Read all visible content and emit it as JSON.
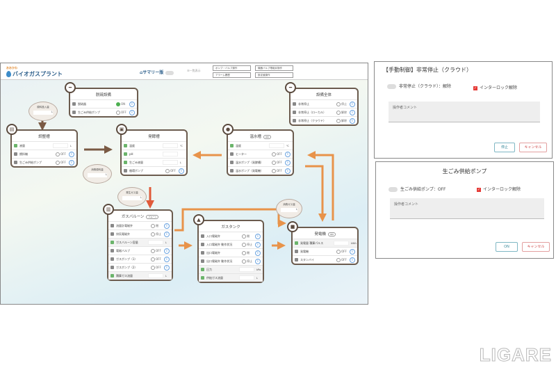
{
  "header": {
    "logo_sub": "おおかわ",
    "logo": "バイオガスプラント",
    "summary": "サマリー版",
    "list_label": "一覧表示",
    "buttons": [
      "ポンプ・バルブ操作",
      "アラーム履歴",
      "機器バルブ電磁弁操作",
      "設定値操作"
    ]
  },
  "boxes": {
    "desulf": {
      "title": "脱硫設備",
      "rows": [
        {
          "label": "脱硫器",
          "state": "ON"
        },
        {
          "label": "生ごみ供給ポンプ",
          "state": "OFF"
        }
      ]
    },
    "overall": {
      "title": "設備全体",
      "rows": [
        {
          "label": "非常停止",
          "state": "停止"
        },
        {
          "label": "非常停止（ローカル）",
          "state": "解除"
        },
        {
          "label": "非常停止（クラウド）",
          "state": "解除"
        }
      ]
    },
    "adjust": {
      "title": "調整槽",
      "rows": [
        {
          "label": "液量",
          "unit": "L"
        },
        {
          "label": "攪拌機",
          "state": "OFF"
        },
        {
          "label": "生ごみ供給ポンプ",
          "state": "OFF"
        }
      ]
    },
    "ferment": {
      "title": "発酵槽",
      "rows": [
        {
          "label": "温度",
          "unit": "℃"
        },
        {
          "label": "pH",
          "unit": ""
        },
        {
          "label": "生ごみ液量",
          "unit": "L"
        },
        {
          "label": "循環ポンプ",
          "state": "OFF"
        }
      ]
    },
    "warm": {
      "title": "温水槽",
      "badge": "ON",
      "rows": [
        {
          "label": "温度",
          "unit": "℃"
        },
        {
          "label": "ヒーター",
          "state": "OFF"
        },
        {
          "label": "温水ポンプ（発酵槽）",
          "state": "OFF"
        },
        {
          "label": "温水ポンプ（発電機）",
          "state": "OFF"
        }
      ]
    },
    "balloon": {
      "title": "ガスバルーン",
      "badge": "バルーン",
      "rows": [
        {
          "label": "流量計電磁弁",
          "state": "閉"
        },
        {
          "label": "排気電磁弁",
          "state": "停止"
        },
        {
          "label": "ガスバルーン容量",
          "unit": "L",
          "val": true
        },
        {
          "label": "電磁バルブ",
          "state": "OFF"
        },
        {
          "label": "ガスポンプ（1）",
          "state": "OFF"
        },
        {
          "label": "ガスポンプ（2）",
          "state": "OFF"
        },
        {
          "label": "積算ガス流量",
          "unit": "L",
          "val": true
        }
      ]
    },
    "tank": {
      "title": "ガスタンク",
      "rows": [
        {
          "label": "入口電磁弁",
          "state": "閉"
        },
        {
          "label": "入口電磁弁 動作状況",
          "state": "停止"
        },
        {
          "label": "出口電磁弁",
          "state": "閉"
        },
        {
          "label": "出口電磁弁 動作状況",
          "state": "停止"
        },
        {
          "label": "圧力",
          "unit": "kPa",
          "val": true
        },
        {
          "label": "供給ガス流量",
          "unit": "L",
          "val": true
        }
      ]
    },
    "gen": {
      "title": "発電機",
      "badge": "ON",
      "rows": [
        {
          "label": "発電量 積算パルス",
          "unit": "kWh",
          "val": true
        },
        {
          "label": "発電機",
          "state": "OFF"
        },
        {
          "label": "スタンバイ",
          "state": "OFF"
        }
      ]
    }
  },
  "bubbles": {
    "input": {
      "label": "原料投入量",
      "unit": "L"
    },
    "consume": {
      "label": "消費原料量",
      "unit": "L"
    },
    "gas": {
      "label": "発生ガス量",
      "unit": "L"
    },
    "gasuse": {
      "label": "消費ガス量",
      "unit": "L"
    }
  },
  "dialog1": {
    "title": "【手動制御】非常停止（クラウド）",
    "switch_label": "非常停止（クラウド）：解除",
    "interlock": "インターロック解除",
    "comment_placeholder": "操作者コメント",
    "ok": "停止",
    "cancel": "キャンセル"
  },
  "dialog2": {
    "title": "生ごみ供給ポンプ",
    "switch_label": "生ごみ供給ポンプ：OFF",
    "interlock": "インターロック解除",
    "comment_placeholder": "操作者コメント",
    "ok": "ON",
    "cancel": "キャンセル"
  },
  "brand": "LIGARE"
}
